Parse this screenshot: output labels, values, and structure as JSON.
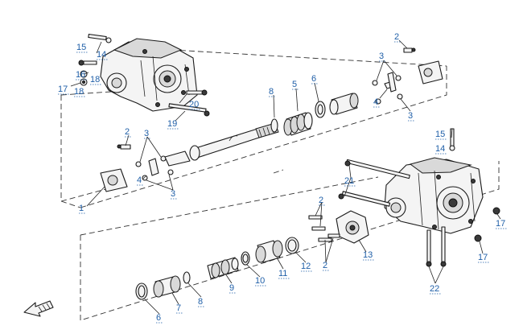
{
  "callouts": [
    {
      "id": "c15a",
      "text": "15"
    },
    {
      "id": "c14a",
      "text": "14"
    },
    {
      "id": "c16",
      "text": "16"
    },
    {
      "id": "c18a",
      "text": "18"
    },
    {
      "id": "c17a",
      "text": "17"
    },
    {
      "id": "c18b",
      "text": "18"
    },
    {
      "id": "c20",
      "text": "20"
    },
    {
      "id": "c19",
      "text": "19"
    },
    {
      "id": "c8a",
      "text": "8"
    },
    {
      "id": "c5",
      "text": "5"
    },
    {
      "id": "c6a",
      "text": "6"
    },
    {
      "id": "c2a",
      "text": "2"
    },
    {
      "id": "c3a",
      "text": "3"
    },
    {
      "id": "c4a",
      "text": "4"
    },
    {
      "id": "c3b",
      "text": "3"
    },
    {
      "id": "c2b",
      "text": "2"
    },
    {
      "id": "c3c",
      "text": "3"
    },
    {
      "id": "c4b",
      "text": "4"
    },
    {
      "id": "c3d",
      "text": "3"
    },
    {
      "id": "c1",
      "text": "1"
    },
    {
      "id": "c15b",
      "text": "15"
    },
    {
      "id": "c14b",
      "text": "14"
    },
    {
      "id": "c21",
      "text": "21"
    },
    {
      "id": "c2c",
      "text": "2"
    },
    {
      "id": "c2d",
      "text": "2"
    },
    {
      "id": "c13",
      "text": "13"
    },
    {
      "id": "c17b",
      "text": "17"
    },
    {
      "id": "c17c",
      "text": "17"
    },
    {
      "id": "c22",
      "text": "22"
    },
    {
      "id": "c12",
      "text": "12"
    },
    {
      "id": "c11",
      "text": "11"
    },
    {
      "id": "c10",
      "text": "10"
    },
    {
      "id": "c9",
      "text": "9"
    },
    {
      "id": "c8b",
      "text": "8"
    },
    {
      "id": "c7",
      "text": "7"
    },
    {
      "id": "c6b",
      "text": "6"
    }
  ],
  "colors": {
    "callout": "#1f5fa8",
    "ink": "#1a1a1a"
  },
  "icons": {
    "front_direction": "front-direction-arrow-icon"
  }
}
